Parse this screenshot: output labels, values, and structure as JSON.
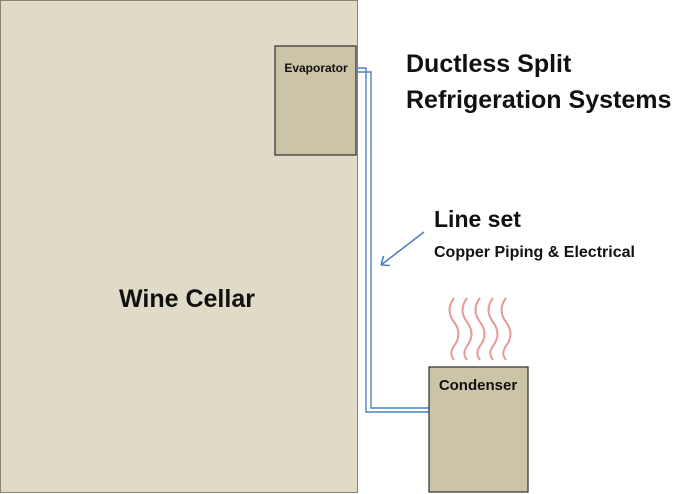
{
  "diagram": {
    "title_line1": "Ductless Split",
    "title_line2": "Refrigeration Systems",
    "wine_cellar_label": "Wine Cellar",
    "evaporator_label": "Evaporator",
    "condenser_label": "Condenser",
    "line_set_label": "Line set",
    "line_set_sublabel": "Copper Piping & Electrical"
  },
  "colors": {
    "cellar_fill": "#e2dccb",
    "cellar_stroke": "#8c8470",
    "unit_fill": "#cbc4a6",
    "unit_stroke": "#2d2d2d",
    "pipe": "#4f80c0",
    "arrow": "#4f80c0",
    "heat_waves": "#e49a96"
  }
}
